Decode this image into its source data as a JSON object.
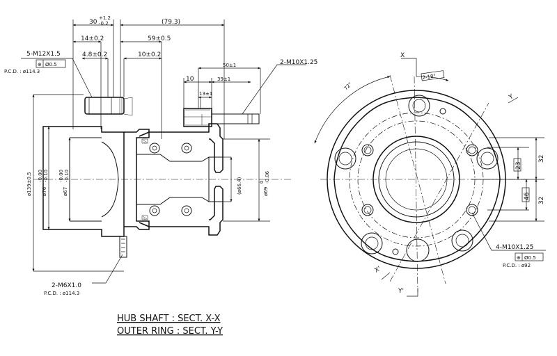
{
  "dimensions": {
    "d30": "30",
    "d30_tol_upper": "+1.2",
    "d30_tol_lower": "-0.2",
    "d79_3": "(79.3)",
    "d14": "14±0.2",
    "d59": "59±0.5",
    "d4_8": "4.8±0.2",
    "d10_left": "10±0.2",
    "d50": "50±1",
    "d10_right": "10",
    "d39": "39±1",
    "d13": "13±1",
    "dia139": "ø139±0.5",
    "dia76": "ø76",
    "dia76_tol_upper": "-0.00",
    "dia76_tol_lower": "-0.10",
    "dia67": "ø67",
    "dia67_tol_upper": "-0.00",
    "dia67_tol_lower": "-0.10",
    "dia66_4": "(ø66.4)",
    "dia69": "ø69",
    "dia69_tol_upper": "0",
    "dia69_tol_lower": "-0.06",
    "angle_18": "2-18°",
    "angle_72": "72°",
    "v32_top": "32",
    "v32_bottom": "32",
    "v23": "23",
    "v46": "46"
  },
  "callouts": {
    "thread_m12": "5-M12X1.5",
    "thread_m12_pos_symbol": "⊕",
    "thread_m12_pos": "Ø0.5",
    "thread_m12_pcd": "P.C.D. : ø114.3",
    "thread_m10_left": "2-M10X1.25",
    "thread_m6": "2-M6X1.0",
    "thread_m6_pcd": "P.C.D. : ø114.3",
    "thread_m10_right": "4-M10X1.25",
    "thread_m10_right_pos_symbol": "⊕",
    "thread_m10_right_pos": "Ø0.5",
    "thread_m10_right_pcd": "P.C.D. : ø92"
  },
  "section_marks": {
    "x_top": "X",
    "y_top": "Y",
    "x_bottom": "X'",
    "y_bottom": "Y'"
  },
  "captions": {
    "line1": "HUB SHAFT : SECT. X-X",
    "line2": "OUTER RING : SECT. Y-Y"
  }
}
